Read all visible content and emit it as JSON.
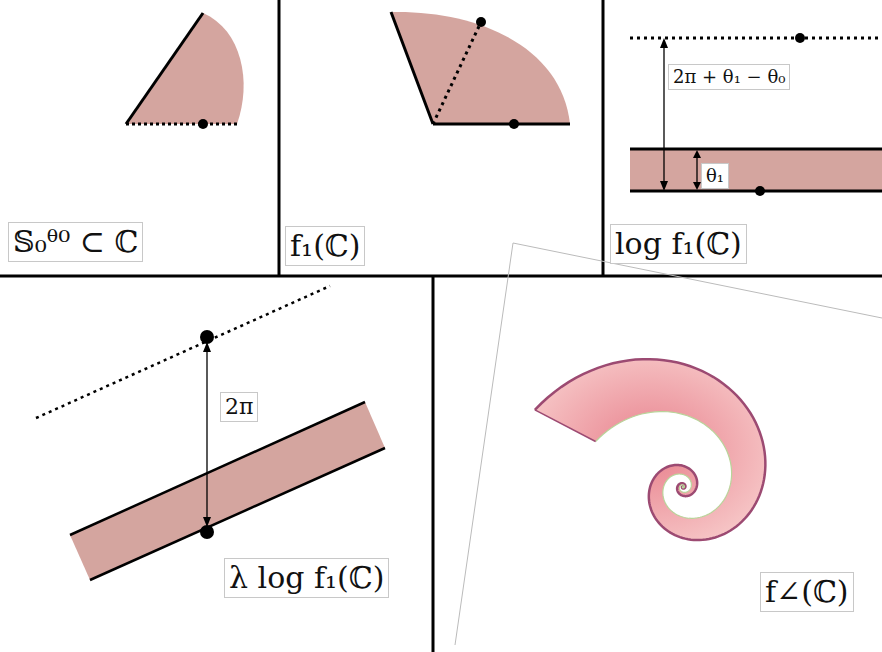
{
  "diagram": {
    "labels": [
      "𝕊₀ᶿ⁰ ⊂ ℂ",
      "f₁(ℂ)",
      "2π + θ₁ − θ₀",
      "θ₁",
      "log f₁(ℂ)",
      "2π",
      "λ log f₁(ℂ)",
      "f∠(ℂ)"
    ]
  }
}
